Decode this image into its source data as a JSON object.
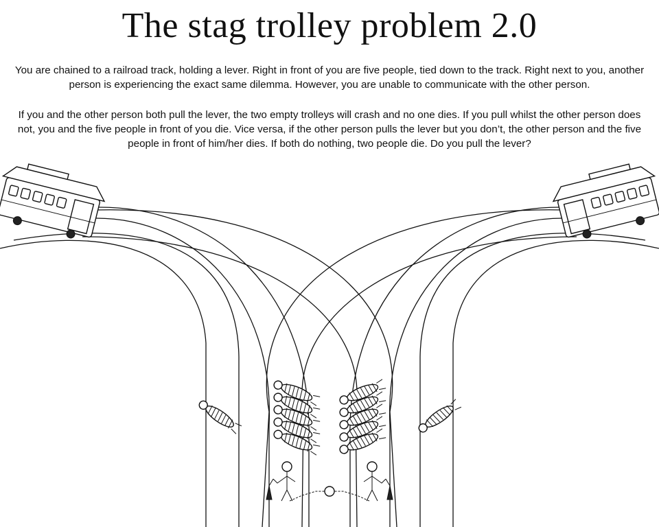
{
  "title": "The stag trolley problem 2.0",
  "paragraphs": [
    "You are chained to a railroad track, holding a lever. Right in front of you are five people, tied down to the track. Right next to you, another person is experiencing the exact same dilemma. However, you are unable to communicate with the other person.",
    "If you and the other person both pull the lever, the two empty trolleys will crash and no one dies. If you pull whilst the other person does not, you and the five people in front of you die. Vice versa, if the other person pulls the lever but you don’t, the other person and the five people in front of him/her dies. If both do nothing, two people die. Do you pull the lever?"
  ],
  "illustration": {
    "trolleys": 2,
    "tied_people_groups": [
      5,
      5
    ],
    "single_tied_people": 2,
    "lever_holders": 2,
    "ink_color": "#111111",
    "background_color": "#ffffff"
  }
}
